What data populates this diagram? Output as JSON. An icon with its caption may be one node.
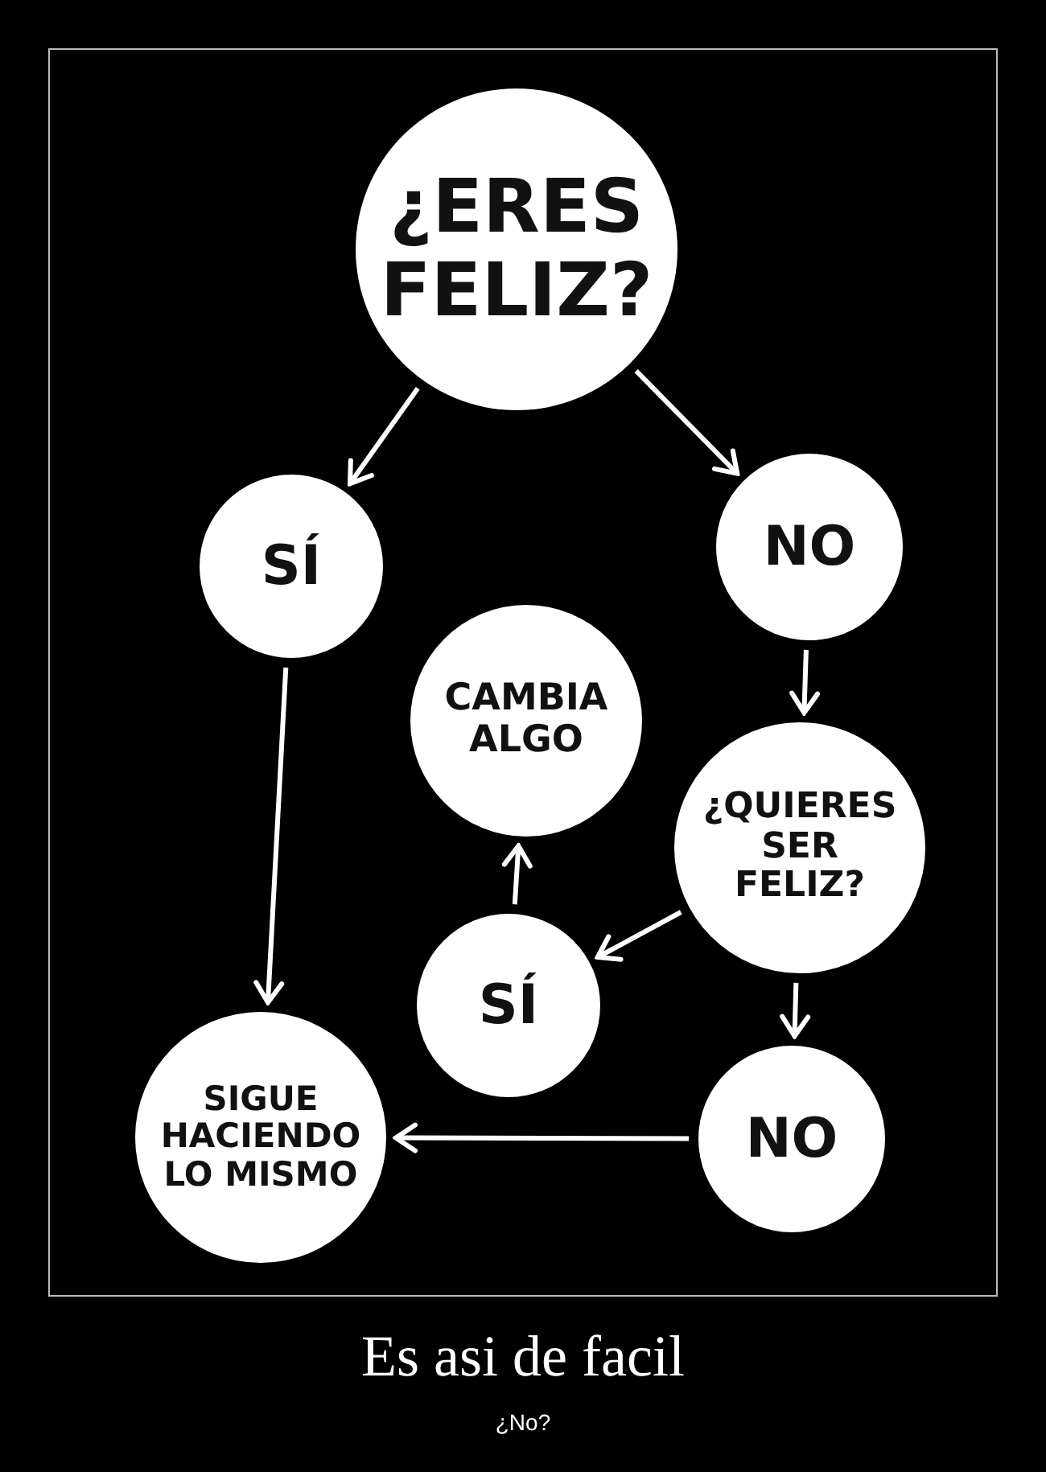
{
  "diagram": {
    "title": "Es asi de facil",
    "caption": "¿No?",
    "nodes": [
      {
        "text": [
          "¿ERES FELIZ?"
        ]
      },
      {
        "text": [
          "SÍ"
        ]
      },
      {
        "text": [
          "NO"
        ]
      },
      {
        "text": [
          "CAMBIA ALGO"
        ]
      },
      {
        "text": [
          "¿QUIERES SER FELIZ?"
        ]
      },
      {
        "text": [
          "SÍ"
        ]
      },
      {
        "text": [
          "SIGUE HACIENDO LO MISMO"
        ]
      },
      {
        "text": [
          "NO"
        ]
      }
    ],
    "edges": [
      {
        "from": 0,
        "to": 1,
        "arrow": "to"
      },
      {
        "from": 0,
        "to": 2,
        "arrow": "to"
      },
      {
        "from": 1,
        "to": 6,
        "arrow": "to"
      },
      {
        "from": 2,
        "to": 4,
        "arrow": "to"
      },
      {
        "from": 4,
        "to": 5,
        "arrow": "to"
      },
      {
        "from": 5,
        "to": 3,
        "arrow": "to"
      },
      {
        "from": 4,
        "to": 7,
        "arrow": "to"
      },
      {
        "from": 7,
        "to": 6,
        "arrow": "to"
      }
    ]
  }
}
